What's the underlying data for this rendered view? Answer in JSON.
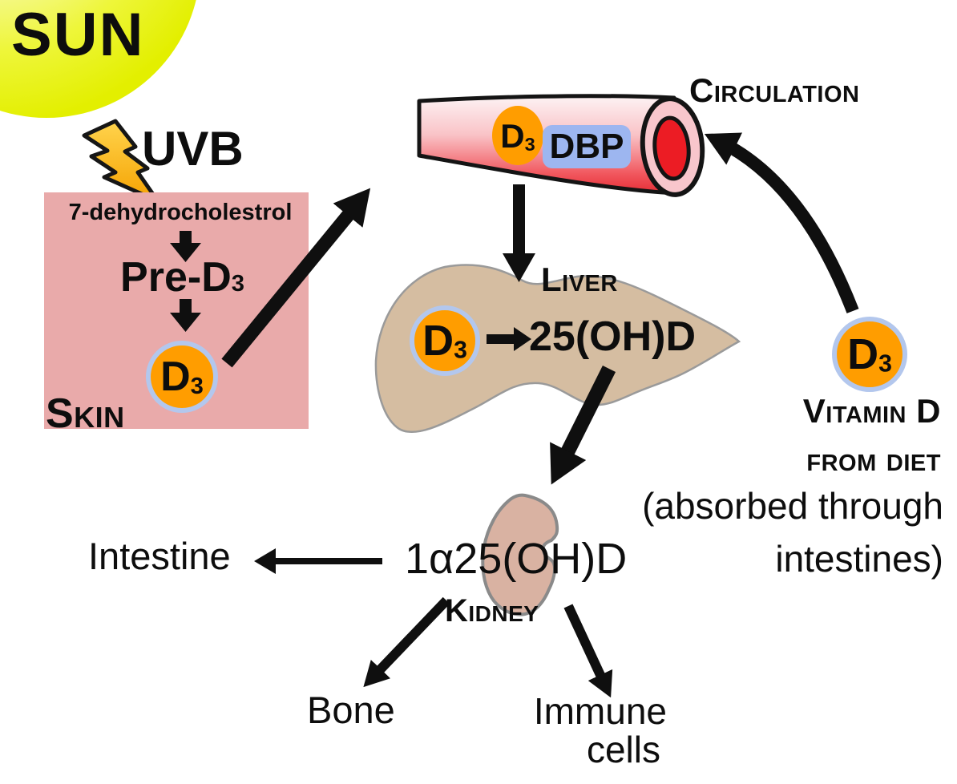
{
  "sun": {
    "label": "SUN"
  },
  "uvb": {
    "label": "UVB"
  },
  "skin": {
    "label": "Skin",
    "precursor": "7-dehydrocholestrol",
    "pre_d3": {
      "main": "Pre-D",
      "sub": "3"
    },
    "d3": {
      "main": "D",
      "sub": "3"
    }
  },
  "circulation": {
    "label": "Circulation",
    "d3": {
      "main": "D",
      "sub": "3"
    },
    "dbp": "DBP"
  },
  "liver": {
    "label": "Liver",
    "d3": {
      "main": "D",
      "sub": "3"
    },
    "metabolite": "25(OH)D"
  },
  "kidney": {
    "label": "Kidney",
    "metabolite": "1α25(OH)D"
  },
  "diet": {
    "d3": {
      "main": "D",
      "sub": "3"
    },
    "line1": "Vitamin D",
    "line2": "from diet",
    "note_line1": "(absorbed through",
    "note_line2": "intestines)"
  },
  "targets": {
    "intestine": "Intestine",
    "bone": "Bone",
    "immune_line1": "Immune",
    "immune_line2": "cells"
  },
  "colors": {
    "sun_yellow": "#e5f103",
    "bolt_yellow": "#fcbf19",
    "skin_pink": "#e9aaaa",
    "d3_orange": "#ff9d00",
    "d3_ring_blue": "#b3c7ed",
    "dbp_blue": "#9db6f0",
    "vessel_red": "#ea353c",
    "vessel_end_pink": "#f8c6cc",
    "blood_red": "#ec1c24",
    "liver_tan": "#d5bda1",
    "kidney_tan": "#d9b2a2",
    "arrow_black": "#0f0f0f",
    "text_black": "#0d0d0d"
  }
}
